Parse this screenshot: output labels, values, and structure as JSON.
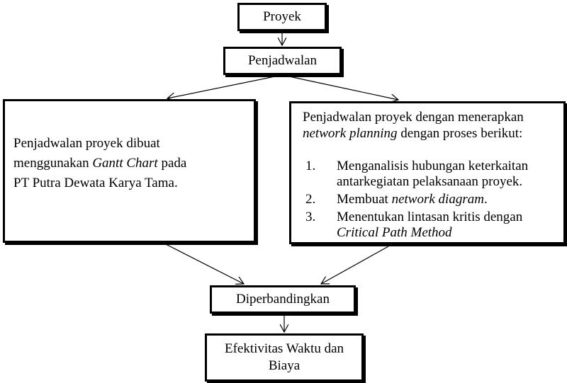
{
  "nodes": {
    "proyek": "Proyek",
    "penjadwalan": "Penjadwalan",
    "left": {
      "line1": "Penjadwalan proyek dibuat",
      "line2_prefix": "menggunakan ",
      "line2_italic": "Gantt Chart",
      "line2_suffix": " pada",
      "line3": "PT Putra Dewata Karya Tama."
    },
    "right": {
      "line1": "Penjadwalan proyek dengan menerapkan",
      "line2_italic": "network planning",
      "line2_suffix": " dengan proses berikut:",
      "steps": [
        {
          "num": "1.",
          "text": "Menganalisis hubungan  keterkaitan antarkegiatan pelaksanaan proyek."
        },
        {
          "num": "2.",
          "prefix": "Membuat ",
          "italic": "network diagram",
          "suffix": "."
        },
        {
          "num": "3.",
          "line1": "Menentukan lintasan kritis dengan",
          "italic": "Critical Path Method"
        }
      ]
    },
    "diperbandingkan": "Diperbandingkan",
    "efektivitas": "Efektivitas Waktu dan Biaya"
  }
}
